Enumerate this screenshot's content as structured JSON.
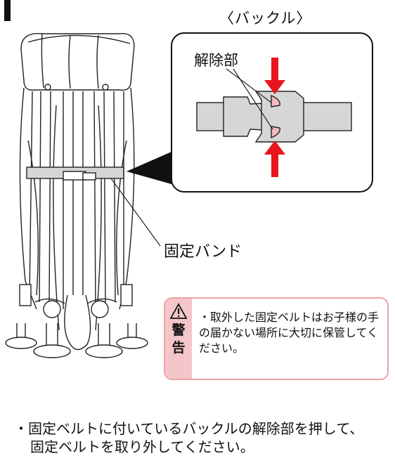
{
  "diagram": {
    "buckle_caption": "〈バックル〉",
    "release_label": "解除部",
    "band_label": "固定バンド"
  },
  "warning": {
    "icon": "warning-triangle-icon",
    "char1": "警",
    "char2": "告",
    "text": "・取外した固定ベルトはお子様の手の届かない場所に大切に保管してください。"
  },
  "instruction": {
    "line1": "・固定ベルトに付いているバックルの解除部を押して、",
    "line2": "固定ベルトを取り外してください。"
  },
  "colors": {
    "release_arrow": "#e8141e",
    "release_tab": "#f2b8bd",
    "belt_gray": "#d6d6d6",
    "warning_pink": "#f4c6c9"
  }
}
